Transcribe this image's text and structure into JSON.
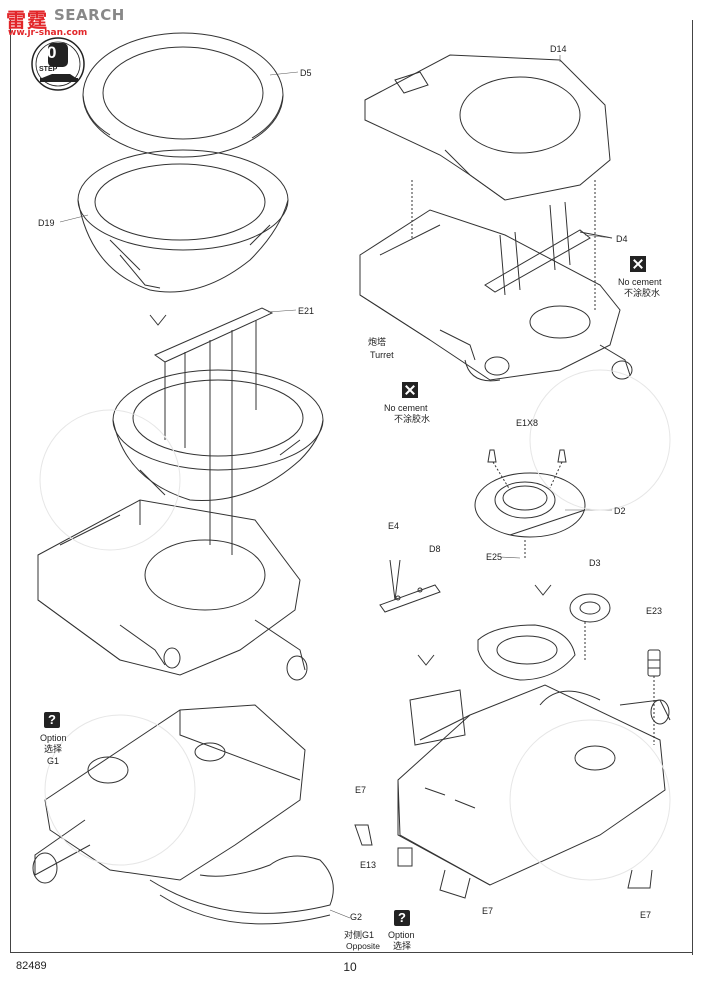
{
  "watermark": {
    "logo": "雷霆",
    "text": "SEARCH",
    "sub": "ww.jr-shan.com"
  },
  "step": {
    "number": "0",
    "label": "STEP"
  },
  "footer": {
    "code": "82489",
    "page": "10"
  },
  "labels": {
    "d5": "D5",
    "d19": "D19",
    "e21": "E21",
    "d14": "D14",
    "d4": "D4",
    "turret_cn": "炮塔",
    "turret_en": "Turret",
    "no_cement_1_en": "No cement",
    "no_cement_1_cn": "不涂胶水",
    "no_cement_2_en": "No cement",
    "no_cement_2_cn": "不涂胶水",
    "e1x8": "E1X8",
    "d2": "D2",
    "e25": "E25",
    "e4": "E4",
    "d8": "D8",
    "d3": "D3",
    "e23": "E23",
    "option_1_en": "Option",
    "option_1_cn": "选择",
    "g1": "G1",
    "e7_a": "E7",
    "e13": "E13",
    "e7_b": "E7",
    "e7_c": "E7",
    "g2": "G2",
    "opposite_cn": "对侧G1",
    "opposite_en": "Opposite",
    "option_2_en": "Option",
    "option_2_cn": "选择"
  },
  "icons": {
    "option_1": "question-mark-icon",
    "option_2": "question-mark-icon",
    "no_cement_1": "cross-icon",
    "no_cement_2": "cross-icon",
    "step_badge": "tank-step-icon"
  },
  "colors": {
    "ink": "#222222",
    "accent": "#e2262a",
    "paper": "#ffffff",
    "watermark_grey": "#888888"
  }
}
